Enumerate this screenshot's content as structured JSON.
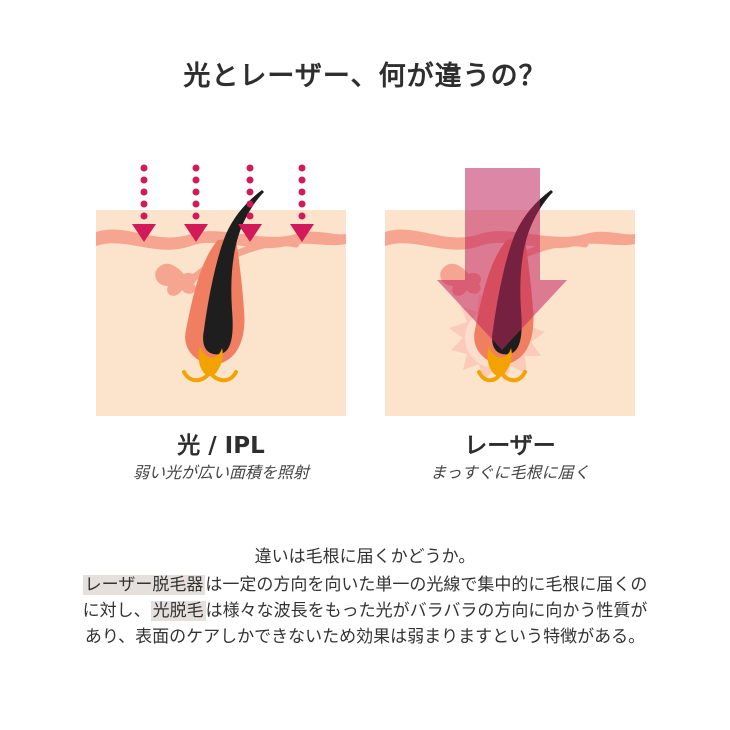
{
  "title": "光とレーザー、何が違うの？",
  "left_panel": {
    "label": "光 / IPL",
    "caption": "弱い光が広い面積を照射"
  },
  "right_panel": {
    "label": "レーザー",
    "caption": "まっすぐに毛根に届く"
  },
  "explanation": {
    "heading": "違いは毛根に届くかどうか。",
    "line1_highlight": "レーザー脱毛器",
    "line1_rest": "は一定の方向を向いた単一の光線で集中的に毛根に届くの",
    "line2_prefix": "に対し、",
    "line2_highlight": "光脱毛",
    "line2_rest": "は様々な波長をもった光がバラバラの方向に向かう性質が",
    "line3": "あり、表面のケアしかできないため効果は弱まりますという特徴がある。"
  },
  "colors": {
    "skin": "#fbe3cc",
    "skin_surface": "#f6a590",
    "follicle": "#f07e60",
    "hair": "#1e1e1e",
    "root": "#f3a300",
    "light_arrow": "#d2195a",
    "laser_beam": "#c1255f",
    "burst": "#f9cbb8"
  }
}
